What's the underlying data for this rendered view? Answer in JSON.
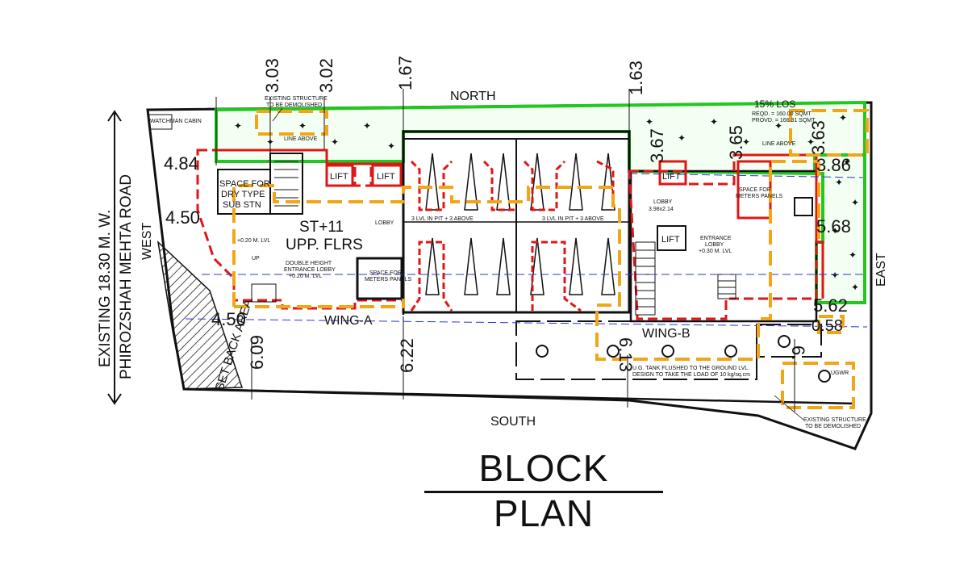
{
  "title": "BLOCK PLAN",
  "road": {
    "line1": "EXISTING 18.30 M. W.",
    "line2": "PHIROZSHAH MEHTA ROAD"
  },
  "directions": {
    "north": "NORTH",
    "south": "SOUTH",
    "east": "EAST",
    "west": "WEST"
  },
  "top_dimensions": [
    "3.03",
    "3.02",
    "1.67",
    "1.63"
  ],
  "right_dimensions": [
    "3.67",
    "3.65",
    "3.63",
    "3.86",
    "5.68",
    "5.62",
    "0.58"
  ],
  "left_dimensions": [
    "4.84",
    "4.50",
    "4.50"
  ],
  "bottom_dimensions": [
    "6.09",
    "6.22",
    "6.13",
    "6."
  ],
  "wings": {
    "a": "WING-A",
    "b": "WING-B"
  },
  "setback": "SET BACK AREA",
  "wing_a": {
    "floors_line1": "ST+11",
    "floors_line2": "UPP. FLRS",
    "substation_line1": "SPACE FOR",
    "substation_line2": "DRY TYPE",
    "substation_line3": "SUB STN",
    "lobby": "LOBBY",
    "entrance_line1": "DOUBLE HEIGHT",
    "entrance_line2": "ENTRANCE LOBBY",
    "entrance_line3": "+0.20 M. LVL",
    "meter_line1": "SPACE FOR",
    "meter_line2": "METERS PANELS",
    "level_mark": "+0.20 M. LVL",
    "up": "UP"
  },
  "lifts": [
    "LIFT",
    "LIFT",
    "LIFT",
    "LIFT"
  ],
  "parking": [
    "3 LVL IN PIT + 3 ABOVE",
    "3 LVL IN PIT + 3 ABOVE"
  ],
  "wing_b": {
    "lobby_line1": "LOBBY",
    "lobby_line2": "3.98x2.14",
    "entrance_line1": "ENTRANCE",
    "entrance_line2": "LOBBY",
    "entrance_line3": "+0.30 M. LVL",
    "meter_line1": "SPACE FOR",
    "meter_line2": "METERS PANELS"
  },
  "los": {
    "heading": "15% LOS",
    "line1": "REQD. = 160.00 SQMT",
    "line2": "PROVD. = 166.31 SQMT"
  },
  "notes": {
    "demolish_top_line1": "EXISTING STRUCTURE",
    "demolish_top_line2": "TO BE DEMOLISHED",
    "demolish_bottom_line1": "EXISTING STRUCTURE",
    "demolish_bottom_line2": "TO BE DEMOLISHED",
    "tank_line1": "U.G. TANK FLUSHED TO THE GROUND LVL.",
    "tank_line2": "DESIGN TO TAKE THE LOAD OF 10 kg/sq.cm",
    "watchman": "WATCHMAN CABIN",
    "line_above_top": "LINE ABOVE",
    "line_above_right": "LINE ABOVE",
    "ug": "UGWR"
  },
  "colors": {
    "outline": "#111111",
    "green": "#22c71f",
    "red": "#e01616",
    "orange": "#f2a516",
    "blue": "#2b35d6"
  }
}
